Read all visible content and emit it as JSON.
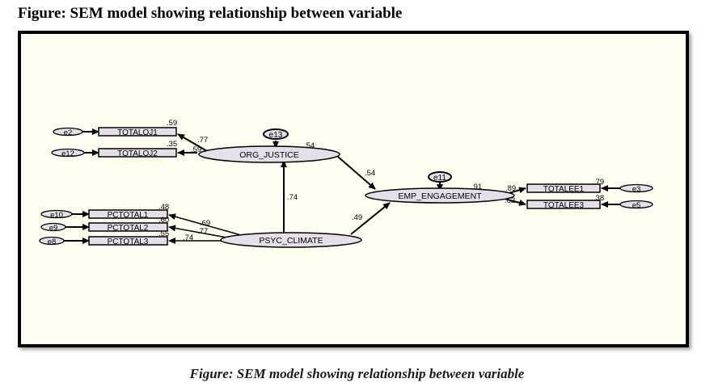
{
  "page_title": "Figure: SEM model showing relationship  between variable",
  "caption": "Figure: SEM model showing relationship between variable",
  "colors": {
    "frame_border": "#000000",
    "canvas_bg": "#fffff0",
    "node_fill": "#e6dfe9",
    "stroke": "#000000"
  },
  "diagram": {
    "latents": {
      "org_justice": "ORG_JUSTICE",
      "emp_engagement": "EMP_ENGAGEMENT",
      "psyc_climate": "PSYC_CLIMATE"
    },
    "observed": {
      "totaloj1": "TOTALOJ1",
      "totaloj2": "TOTALOJ2",
      "pctotal1": "PCTOTAL1",
      "pctotal2": "PCTOTAL2",
      "pctotal3": "PCTOTAL3",
      "totalee1": "TOTALEE1",
      "totalee3": "TOTALEE3"
    },
    "errors": {
      "e2": "e2",
      "e12": "e12",
      "e10": "e10",
      "e9": "e9",
      "e8": "e8",
      "e3": "e3",
      "e5": "e5",
      "e13": "e13",
      "e11": "e11"
    },
    "r_squared": {
      "totaloj1": ".59",
      "totaloj2": ".35",
      "pctotal1": ".48",
      "pctotal2": ".60",
      "pctotal3": ".55",
      "totalee1": ".79",
      "totalee3": ".38",
      "org_justice": ".54",
      "emp_engagement": ".91"
    },
    "loadings": {
      "oj_to_totaloj1": ".77",
      "oj_to_totaloj2": ".59",
      "pc_to_pctotal1": ".69",
      "pc_to_pctotal2": ".77",
      "pc_to_pctotal3": ".74",
      "ee_to_totalee1": ".89",
      "ee_to_totalee3": ".62"
    },
    "paths": {
      "oj_to_ee": ".54",
      "pc_to_oj": ".74",
      "pc_to_ee": ".49"
    }
  }
}
